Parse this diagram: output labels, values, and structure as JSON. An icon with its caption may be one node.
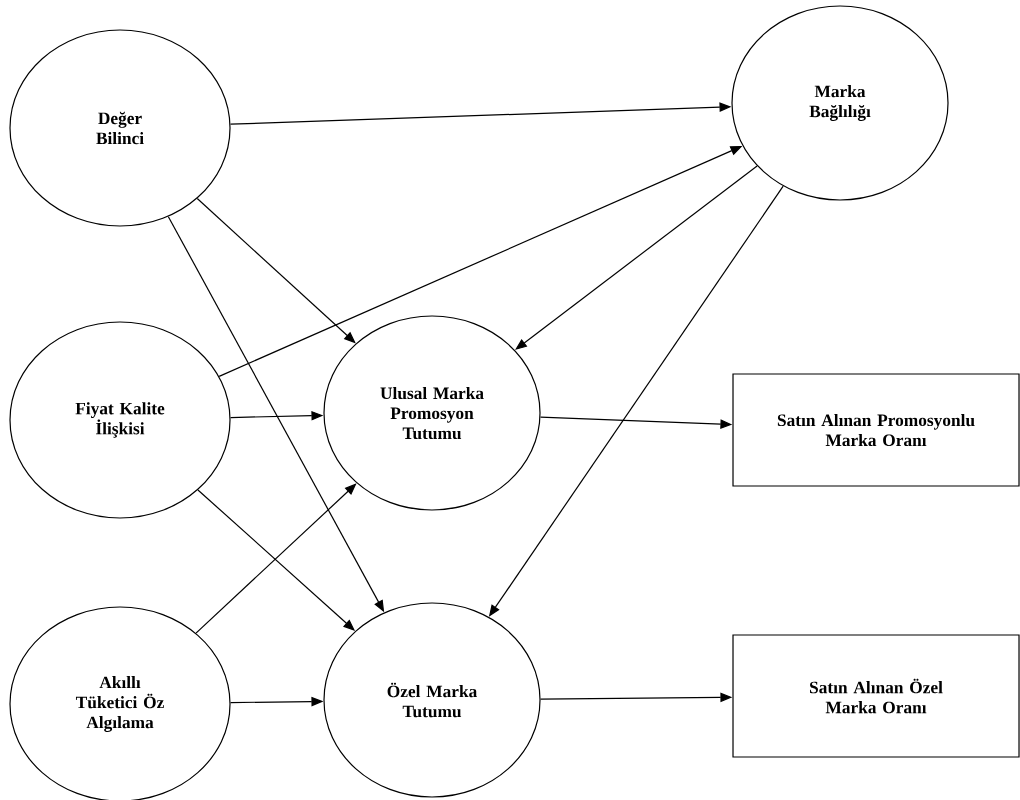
{
  "diagram": {
    "nodes": [
      {
        "text": [
          "Değer Bilinci"
        ]
      },
      {
        "text": [
          "Marka Bağlılığı"
        ]
      },
      {
        "text": [
          "Fiyat Kalite İlişkisi"
        ]
      },
      {
        "text": [
          "Ulusal Marka Promosyon Tutumu"
        ]
      },
      {
        "text": [
          "Satın Alınan Promosyonlu Marka Oranı"
        ]
      },
      {
        "text": [
          "Akıllı Tüketici Öz Algılama"
        ]
      },
      {
        "text": [
          "Özel Marka Tutumu"
        ]
      },
      {
        "text": [
          "Satın Alınan Özel Marka Oranı"
        ]
      }
    ],
    "edges": [
      {
        "from": 0,
        "to": 1,
        "arrow": "to"
      },
      {
        "from": 0,
        "to": 3,
        "arrow": "to"
      },
      {
        "from": 0,
        "to": 6,
        "arrow": "to"
      },
      {
        "from": 2,
        "to": 1,
        "arrow": "to"
      },
      {
        "from": 2,
        "to": 3,
        "arrow": "to"
      },
      {
        "from": 2,
        "to": 6,
        "arrow": "to"
      },
      {
        "from": 1,
        "to": 3,
        "arrow": "to"
      },
      {
        "from": 1,
        "to": 6,
        "arrow": "to"
      },
      {
        "from": 3,
        "to": 4,
        "arrow": "to"
      },
      {
        "from": 5,
        "to": 3,
        "arrow": "to"
      },
      {
        "from": 5,
        "to": 6,
        "arrow": "to"
      },
      {
        "from": 6,
        "to": 7,
        "arrow": "to"
      }
    ]
  }
}
